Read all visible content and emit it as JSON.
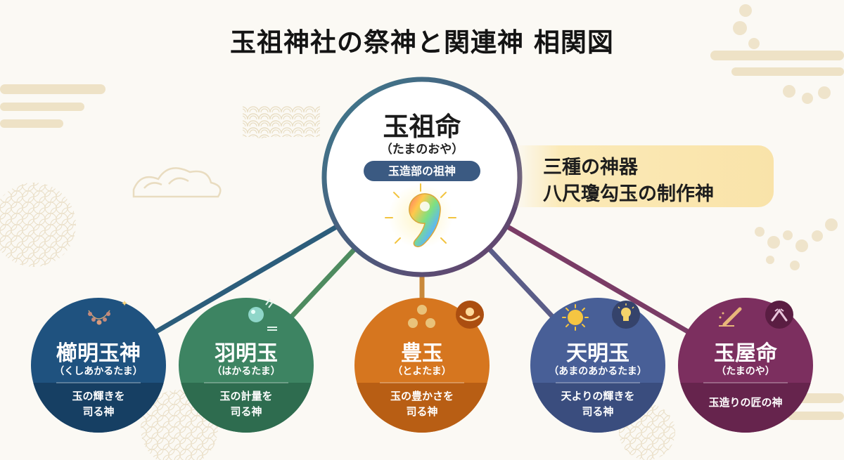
{
  "title": "玉祖神社の祭神と関連神 相関図",
  "center": {
    "name": "玉祖命",
    "reading": "（たまのおや）",
    "badge": "玉造部の祖神",
    "icon": "magatama-icon",
    "note_lines": [
      "三種の神器",
      "八尺瓊勾玉の制作神"
    ]
  },
  "nodes": [
    {
      "name": "櫛明玉神",
      "reading": "（くしあかるたま）",
      "role": "玉の輝きを\n司る神",
      "color": "#1f527f",
      "icon": "necklace-icon"
    },
    {
      "name": "羽明玉",
      "reading": "（はかるたま）",
      "role": "玉の計量を\n司る神",
      "color": "#3d8462",
      "icon": "orb-measure-icon"
    },
    {
      "name": "豊玉",
      "reading": "（とよたま）",
      "role": "玉の豊かさを\n司る神",
      "color": "#d6761f",
      "icon": "pearls-icon",
      "badge_icon": "pearl-bowl-icon"
    },
    {
      "name": "天明玉",
      "reading": "（あまのあかるたま）",
      "role": "天よりの輝きを\n司る神",
      "color": "#485f97",
      "icon": "sun-icon",
      "badge_icon": "lightbulb-icon"
    },
    {
      "name": "玉屋命",
      "reading": "（たまのや）",
      "role": "玉造りの匠の神",
      "color": "#7c2f5f",
      "icon": "carving-tool-icon",
      "badge_icon": "roof-icon"
    }
  ]
}
